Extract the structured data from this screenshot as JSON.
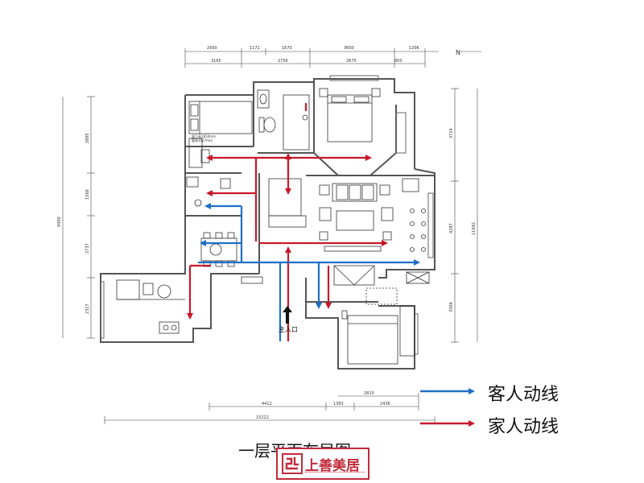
{
  "title": "一层平面布局图",
  "legend": {
    "guest_label": "客人动线",
    "family_label": "家人动线",
    "guest_color": "#1f6fc6",
    "family_color": "#c8182a"
  },
  "entrance_label": "主入口",
  "north_label": "N",
  "brand": {
    "name": "上善美居",
    "color": "#c02b3a",
    "mark": "logo-mark"
  },
  "dimensions": {
    "top_row1": [
      "2560",
      "1171",
      "1670",
      "3600",
      "1206"
    ],
    "top_row2": [
      "3165",
      "2756",
      "2675",
      "950"
    ],
    "left": [
      "2895",
      "1568",
      "2737",
      "2317"
    ],
    "left_total": "9300",
    "right": [
      "3724",
      "4287",
      "3304"
    ],
    "right_total": "11692",
    "bottom_row1": [
      "4412",
      "1363",
      "2815",
      "2436"
    ],
    "bottom_total": "15222"
  },
  "room_notes": [
    "窗下高1850mm",
    "窗高1027mm"
  ],
  "flow_colors": {
    "guest": "#1f6fc6",
    "family": "#c8182a",
    "wall": "#555555"
  }
}
